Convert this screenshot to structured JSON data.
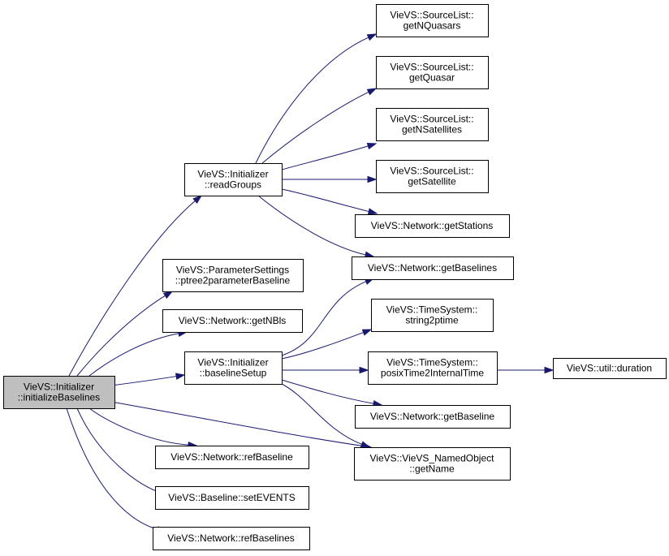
{
  "diagram": {
    "title": "Call graph of VieVS::Initializer::initializeBaselines",
    "colors": {
      "edge": "#191970",
      "root_fill": "#bfbfbf",
      "node_fill": "#ffffff",
      "node_stroke": "#000000"
    },
    "nodes": [
      {
        "id": "root",
        "lines": [
          "VieVS::Initializer",
          "::initializeBaselines"
        ],
        "root": true
      },
      {
        "id": "readGroups",
        "lines": [
          "VieVS::Initializer",
          "::readGroups"
        ]
      },
      {
        "id": "ptree2param",
        "lines": [
          "VieVS::ParameterSettings",
          "::ptree2parameterBaseline"
        ]
      },
      {
        "id": "getNBls",
        "lines": [
          "VieVS::Network::getNBls"
        ]
      },
      {
        "id": "baselineSetup",
        "lines": [
          "VieVS::Initializer",
          "::baselineSetup"
        ]
      },
      {
        "id": "refBaseline",
        "lines": [
          "VieVS::Network::refBaseline"
        ]
      },
      {
        "id": "setEVENTS",
        "lines": [
          "VieVS::Baseline::setEVENTS"
        ]
      },
      {
        "id": "refBaselines",
        "lines": [
          "VieVS::Network::refBaselines"
        ]
      },
      {
        "id": "getNQuasars",
        "lines": [
          "VieVS::SourceList::",
          "getNQuasars"
        ]
      },
      {
        "id": "getQuasar",
        "lines": [
          "VieVS::SourceList::",
          "getQuasar"
        ]
      },
      {
        "id": "getNSatellites",
        "lines": [
          "VieVS::SourceList::",
          "getNSatellites"
        ]
      },
      {
        "id": "getSatellite",
        "lines": [
          "VieVS::SourceList::",
          "getSatellite"
        ]
      },
      {
        "id": "getStations",
        "lines": [
          "VieVS::Network::getStations"
        ]
      },
      {
        "id": "getBaselines",
        "lines": [
          "VieVS::Network::getBaselines"
        ]
      },
      {
        "id": "string2ptime",
        "lines": [
          "VieVS::TimeSystem::",
          "string2ptime"
        ]
      },
      {
        "id": "posixTime2",
        "lines": [
          "VieVS::TimeSystem::",
          "posixTime2InternalTime"
        ]
      },
      {
        "id": "getBaseline",
        "lines": [
          "VieVS::Network::getBaseline"
        ]
      },
      {
        "id": "getName",
        "lines": [
          "VieVS::VieVS_NamedObject",
          "::getName"
        ]
      },
      {
        "id": "duration",
        "lines": [
          "VieVS::util::duration"
        ]
      }
    ],
    "edges": [
      [
        "root",
        "readGroups"
      ],
      [
        "root",
        "ptree2param"
      ],
      [
        "root",
        "getNBls"
      ],
      [
        "root",
        "baselineSetup"
      ],
      [
        "root",
        "refBaseline"
      ],
      [
        "root",
        "setEVENTS"
      ],
      [
        "root",
        "refBaselines"
      ],
      [
        "root",
        "getName"
      ],
      [
        "readGroups",
        "getNQuasars"
      ],
      [
        "readGroups",
        "getQuasar"
      ],
      [
        "readGroups",
        "getNSatellites"
      ],
      [
        "readGroups",
        "getSatellite"
      ],
      [
        "readGroups",
        "getStations"
      ],
      [
        "readGroups",
        "getBaselines"
      ],
      [
        "baselineSetup",
        "getBaselines"
      ],
      [
        "baselineSetup",
        "string2ptime"
      ],
      [
        "baselineSetup",
        "posixTime2"
      ],
      [
        "baselineSetup",
        "getBaseline"
      ],
      [
        "baselineSetup",
        "getName"
      ],
      [
        "posixTime2",
        "duration"
      ]
    ]
  }
}
